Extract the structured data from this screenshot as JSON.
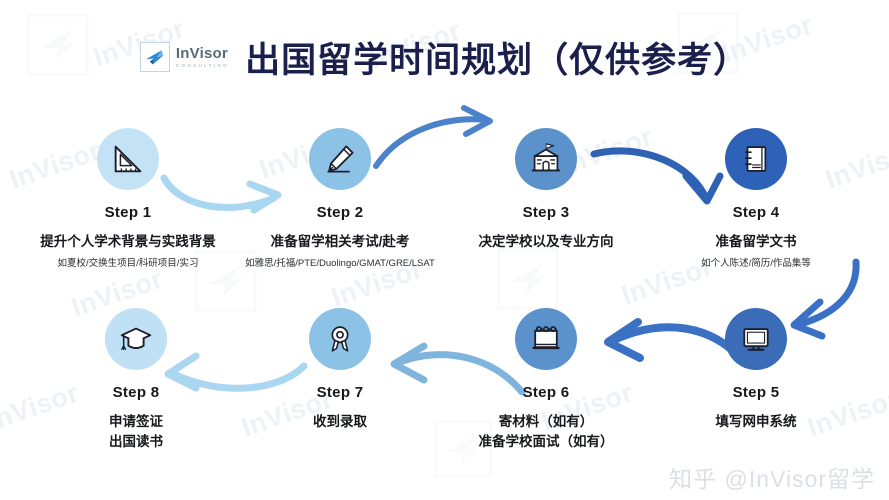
{
  "header": {
    "logo_name": "InVisor",
    "logo_sub": "CONSULTING",
    "logo_icon": "invisor-bird-logo",
    "title": "出国留学时间规划（仅供参考）"
  },
  "colors": {
    "title": "#1b1f4b",
    "circle_light": "#bfe0f5",
    "circle_mid_light": "#9dcbea",
    "circle_mid": "#6aa7d8",
    "circle_dark": "#4a7cc0",
    "circle_darker": "#2f62b5",
    "arrow_light": "#a9d6f0",
    "arrow_mid": "#7fb4dd",
    "arrow_strong": "#3b71c4",
    "watermark": "#eef2f7",
    "footer": "#dcdfe3"
  },
  "steps": [
    {
      "id": "step-1",
      "label": "Step 1",
      "title": "提升个人学术背景与实践背景",
      "subtitle": "如夏校/交换生项目/科研项目/实习",
      "icon": "set-square-ruler-icon",
      "circle_color": "#c3e2f6"
    },
    {
      "id": "step-2",
      "label": "Step 2",
      "title": "准备留学相关考试/赴考",
      "subtitle": "如雅思/托福/PTE/Duolingo/GMAT/GRE/LSAT",
      "icon": "pen-icon",
      "circle_color": "#8cc2e6"
    },
    {
      "id": "step-3",
      "label": "Step 3",
      "title": "决定学校以及专业方向",
      "subtitle": "",
      "icon": "school-building-icon",
      "circle_color": "#5b92cc"
    },
    {
      "id": "step-4",
      "label": "Step 4",
      "title": "准备留学文书",
      "subtitle": "如个人陈述/简历/作品集等",
      "icon": "notebook-icon",
      "circle_color": "#2d62b8"
    },
    {
      "id": "step-5",
      "label": "Step 5",
      "title": "填写网申系统",
      "subtitle": "",
      "icon": "desktop-monitor-icon",
      "circle_color": "#3a6cb8"
    },
    {
      "id": "step-6",
      "label": "Step 6",
      "title": "寄材料（如有）\n准备学校面试（如有）",
      "subtitle": "",
      "icon": "flipchart-board-icon",
      "circle_color": "#5b92cc"
    },
    {
      "id": "step-7",
      "label": "Step 7",
      "title": "收到录取",
      "subtitle": "",
      "icon": "award-ribbon-icon",
      "circle_color": "#8cc2e6"
    },
    {
      "id": "step-8",
      "label": "Step 8",
      "title": "申请签证\n出国读书",
      "subtitle": "",
      "icon": "graduation-cap-icon",
      "circle_color": "#bfe0f5"
    }
  ],
  "arrows": [
    {
      "id": "arrow-1-to-2",
      "from": "step-1",
      "to": "step-2",
      "color": "#a9d6f0"
    },
    {
      "id": "arrow-2-to-3",
      "from": "step-2",
      "to": "step-3",
      "color": "#4b82c9"
    },
    {
      "id": "arrow-3-to-4",
      "from": "step-3",
      "to": "step-4",
      "color": "#2f62b5"
    },
    {
      "id": "arrow-4-to-5",
      "from": "step-4",
      "to": "step-5",
      "color": "#3b71c4"
    },
    {
      "id": "arrow-5-to-6",
      "from": "step-5",
      "to": "step-6",
      "color": "#3b71c4"
    },
    {
      "id": "arrow-6-to-7",
      "from": "step-6",
      "to": "step-7",
      "color": "#7fb4dd"
    },
    {
      "id": "arrow-7-to-8",
      "from": "step-7",
      "to": "step-8",
      "color": "#a9d6f0"
    }
  ],
  "watermarks": {
    "text": "InVisor",
    "footer": "知乎 @InVisor留学"
  }
}
